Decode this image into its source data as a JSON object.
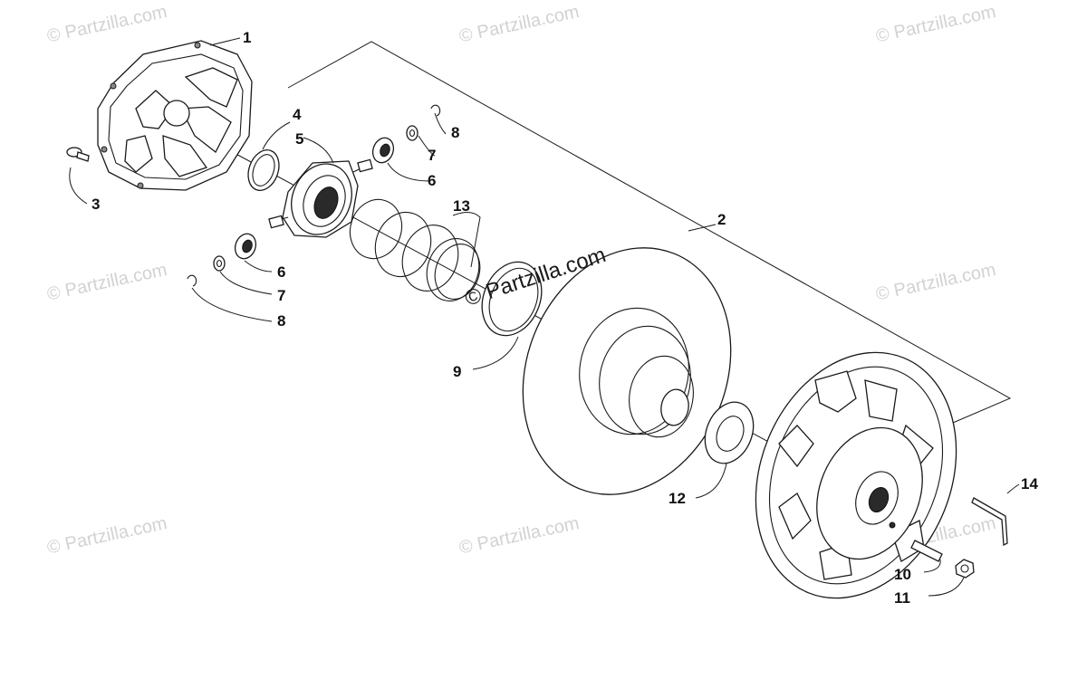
{
  "watermarks": {
    "tile": "© Partzilla.com",
    "center": "© Partzilla.com"
  },
  "callouts": {
    "c1": "1",
    "c2": "2",
    "c3": "3",
    "c4": "4",
    "c5": "5",
    "c6a": "6",
    "c7a": "7",
    "c8a": "8",
    "c6b": "6",
    "c7b": "7",
    "c8b": "8",
    "c9": "9",
    "c10": "10",
    "c11": "11",
    "c12": "12",
    "c13": "13",
    "c14": "14"
  },
  "colors": {
    "line": "#1a1a1a",
    "watermark": "#d2d2d2",
    "background": "#ffffff"
  }
}
